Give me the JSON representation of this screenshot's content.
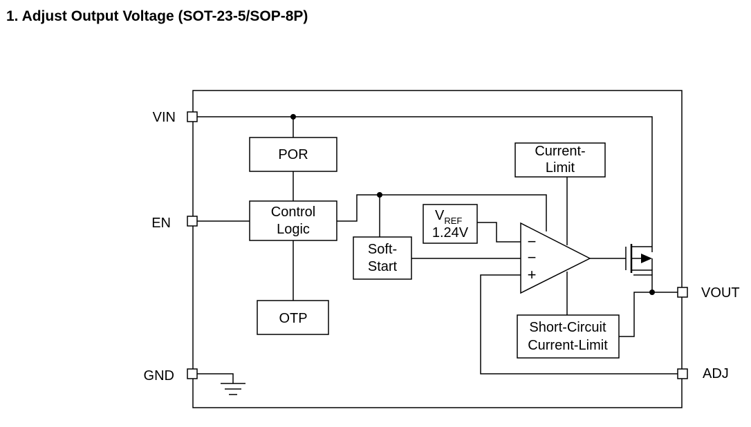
{
  "title": "1. Adjust Output Voltage (SOT-23-5/SOP-8P)",
  "pins": {
    "vin": "VIN",
    "en": "EN",
    "gnd": "GND",
    "vout": "VOUT",
    "adj": "ADJ"
  },
  "blocks": {
    "por": "POR",
    "control_logic": [
      "Control",
      "Logic"
    ],
    "otp": "OTP",
    "soft_start": [
      "Soft-",
      "Start"
    ],
    "vref": {
      "symbol": "V",
      "subscript": "REF",
      "value": "1.24V"
    },
    "current_limit": [
      "Current-",
      "Limit"
    ],
    "short_circuit": [
      "Short-Circuit",
      "Current-Limit"
    ]
  },
  "amplifier": {
    "inputs": [
      "−",
      "−",
      "+"
    ]
  }
}
